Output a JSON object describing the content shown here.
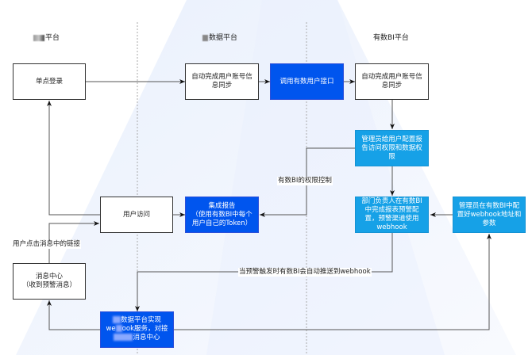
{
  "lanes": [
    {
      "title": "平台",
      "redacted_prefix": true
    },
    {
      "title": "数据平台",
      "redacted_prefix": true
    },
    {
      "title": "有数BI平台",
      "redacted_prefix": false
    }
  ],
  "nodes": {
    "sso_login": {
      "label": "单点登录",
      "style": "white"
    },
    "auto_sync_data": {
      "label": "自动完成用户账号信\n息同步",
      "style": "white"
    },
    "call_user_api": {
      "label": "调用有数用户接口",
      "style": "blue"
    },
    "auto_sync_bi": {
      "label": "自动完成用户账号信\n息同步",
      "style": "white"
    },
    "admin_config_perm": {
      "label": "管理员给用户配置报\n告访问权限和数据权\n限",
      "style": "cyan"
    },
    "dept_alert_config": {
      "label": "部门负责人在有数BI\n中完成报表预警配\n置，预警渠道使用\nwebhook",
      "style": "cyan"
    },
    "admin_webhook": {
      "label": "管理员在有数BI中配\n置好webhook地址和\n参数",
      "style": "cyan"
    },
    "user_access": {
      "label": "用户访问",
      "style": "white"
    },
    "integrated_report": {
      "label": "集成报告\n（使用有数BI中每个\n用户自己的Token）",
      "style": "blue"
    },
    "message_center": {
      "label": "消息中心\n（收到预警消息）",
      "style": "white"
    },
    "webhook_service": {
      "line1": "数据平台实现",
      "line2_pre": "we",
      "line2_post": "ook服务，对接",
      "line3": "消息中心",
      "style": "blue"
    }
  },
  "edge_labels": {
    "permission_control": "有数BI的权限控制",
    "auto_push": "当预警触发时有数BI会自动推送到webhook",
    "click_link": "用户点击消息中的链接"
  },
  "colors": {
    "blue": "#0055ee",
    "cyan": "#16a1e7",
    "line": "#555555",
    "background_tint": "#eef3fd"
  }
}
